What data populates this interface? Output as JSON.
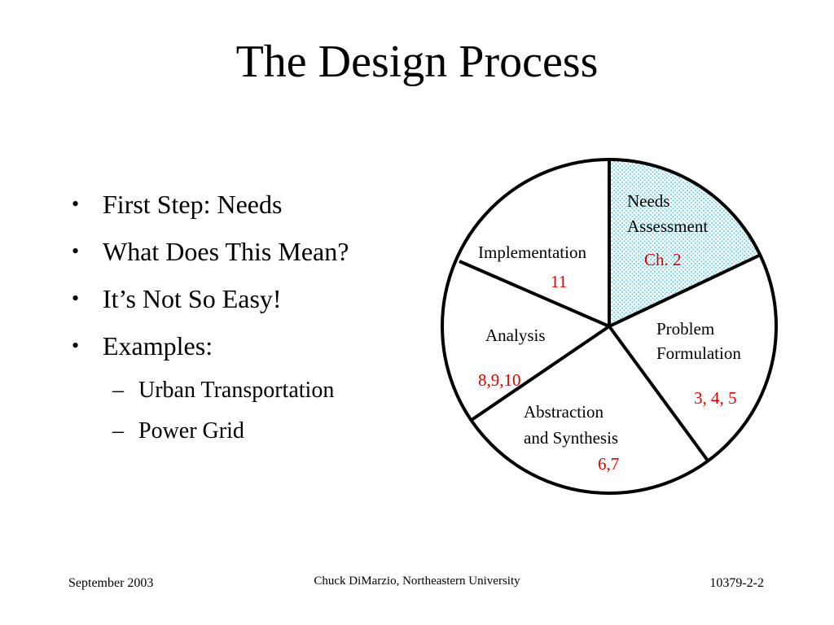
{
  "slide": {
    "title": "The Design Process",
    "bullets": [
      {
        "text": "First Step:  Needs"
      },
      {
        "text": "What Does This Mean?"
      },
      {
        "text": "It’s Not So Easy!"
      },
      {
        "text": "Examples:"
      }
    ],
    "sub_bullets": [
      {
        "text": "Urban Transportation"
      },
      {
        "text": "Power Grid"
      }
    ],
    "bullet_symbol": "•",
    "dash_symbol": "–"
  },
  "diagram": {
    "segments": [
      {
        "label_lines": [
          "Needs",
          "Assessment"
        ],
        "chapters": "Ch. 2",
        "highlighted": true
      },
      {
        "label_lines": [
          "Problem",
          "Formulation"
        ],
        "chapters": "3, 4, 5",
        "highlighted": false
      },
      {
        "label_lines": [
          "Abstraction",
          "and Synthesis"
        ],
        "chapters": "6,7",
        "highlighted": false
      },
      {
        "label_lines": [
          "Analysis"
        ],
        "chapters": "8,9,10",
        "highlighted": false
      },
      {
        "label_lines": [
          "Implementation"
        ],
        "chapters": "11",
        "highlighted": false
      }
    ],
    "colors": {
      "highlight_fill": "#d4f4f8",
      "chapter_text": "#e00000",
      "outline": "#000000"
    }
  },
  "footer": {
    "date": "September 2003",
    "author": "Chuck DiMarzio, Northeastern University",
    "slide_number": "10379-2-2"
  }
}
